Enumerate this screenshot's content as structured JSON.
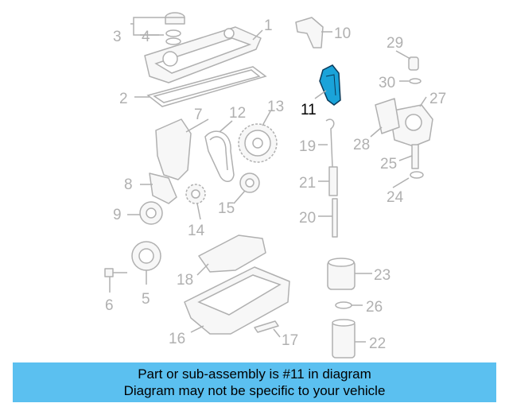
{
  "highlight_color": "#1aa3d9",
  "caption_color": "#5bc0f0",
  "callouts": {
    "c1": "1",
    "c2": "2",
    "c3": "3",
    "c4": "4",
    "c5": "5",
    "c6": "6",
    "c7": "7",
    "c8": "8",
    "c9": "9",
    "c10": "10",
    "c11": "11",
    "c12": "12",
    "c13": "13",
    "c14": "14",
    "c15": "15",
    "c16": "16",
    "c17": "17",
    "c18": "18",
    "c19": "19",
    "c20": "20",
    "c21": "21",
    "c22": "22",
    "c23": "23",
    "c24": "24",
    "c25": "25",
    "c26": "26",
    "c27": "27",
    "c28": "28",
    "c29": "29",
    "c30": "30"
  },
  "caption": {
    "line1": "Part or sub-assembly is #11 in diagram",
    "line2": "Diagram may not be specific to your vehicle"
  }
}
